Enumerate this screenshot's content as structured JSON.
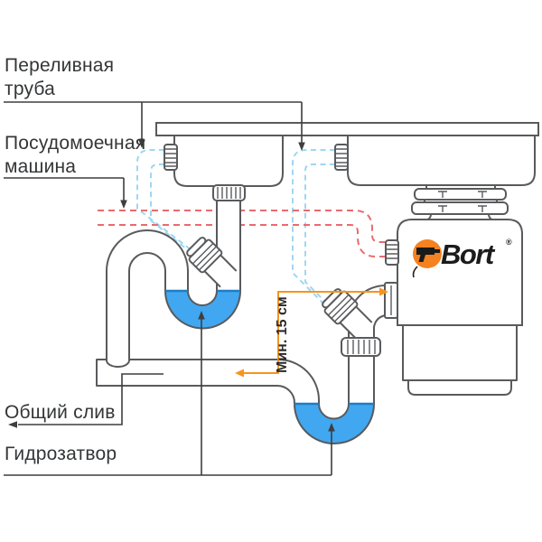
{
  "colors": {
    "pipe": "#595a5c",
    "water": "#41a7f0",
    "water_surface": "#1e7ec4",
    "overflow_tube": "#9ed7f2",
    "dishwasher_hose": "#ea6a6e",
    "accent_orange": "#f7941d",
    "label_text": "#333537",
    "logo_orange": "#f58220",
    "logo_text": "#1b1b1b"
  },
  "labels": {
    "overflow_pipe": [
      "Переливная",
      "труба"
    ],
    "dishwasher": [
      "Посудомоечная",
      "машина"
    ],
    "common_drain": "Общий слив",
    "water_trap": "Гидрозатвор",
    "min_height": "Мин. 15 см"
  },
  "logo": {
    "brand": "Bort",
    "registered_mark": "®"
  }
}
